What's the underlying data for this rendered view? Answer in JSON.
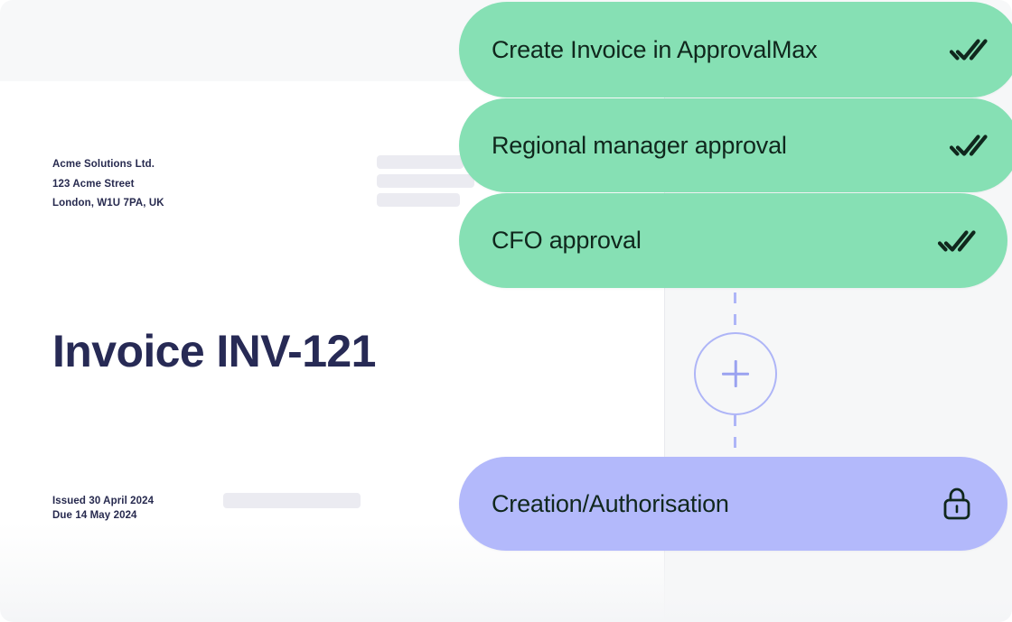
{
  "document": {
    "company": {
      "name": "Acme Solutions Ltd.",
      "street": "123 Acme Street",
      "city": "London, W1U 7PA, UK"
    },
    "title": "Invoice INV-121",
    "issued": "Issued 30 April 2024",
    "due": "Due 14 May 2024"
  },
  "flow": {
    "add_node_icon": "plus-icon",
    "steps": [
      {
        "label": "Create Invoice in ApprovalMax",
        "icon": "double-check-icon",
        "state": "approved",
        "color": "#86e0b4"
      },
      {
        "label": "Regional manager approval",
        "icon": "double-check-icon",
        "state": "approved",
        "color": "#86e0b4"
      },
      {
        "label": "CFO approval",
        "icon": "double-check-icon",
        "state": "approved",
        "color": "#86e0b4"
      },
      {
        "label": "Creation/Authorisation",
        "icon": "lock-icon",
        "state": "locked",
        "color": "#b3b9fb"
      }
    ]
  },
  "colors": {
    "approved_pill": "#86e0b4",
    "locked_pill": "#b3b9fb",
    "pill_text": "#10271d",
    "invoice_text": "#272a55",
    "connector": "#aeb5f7",
    "skeleton": "#ebebf1"
  }
}
